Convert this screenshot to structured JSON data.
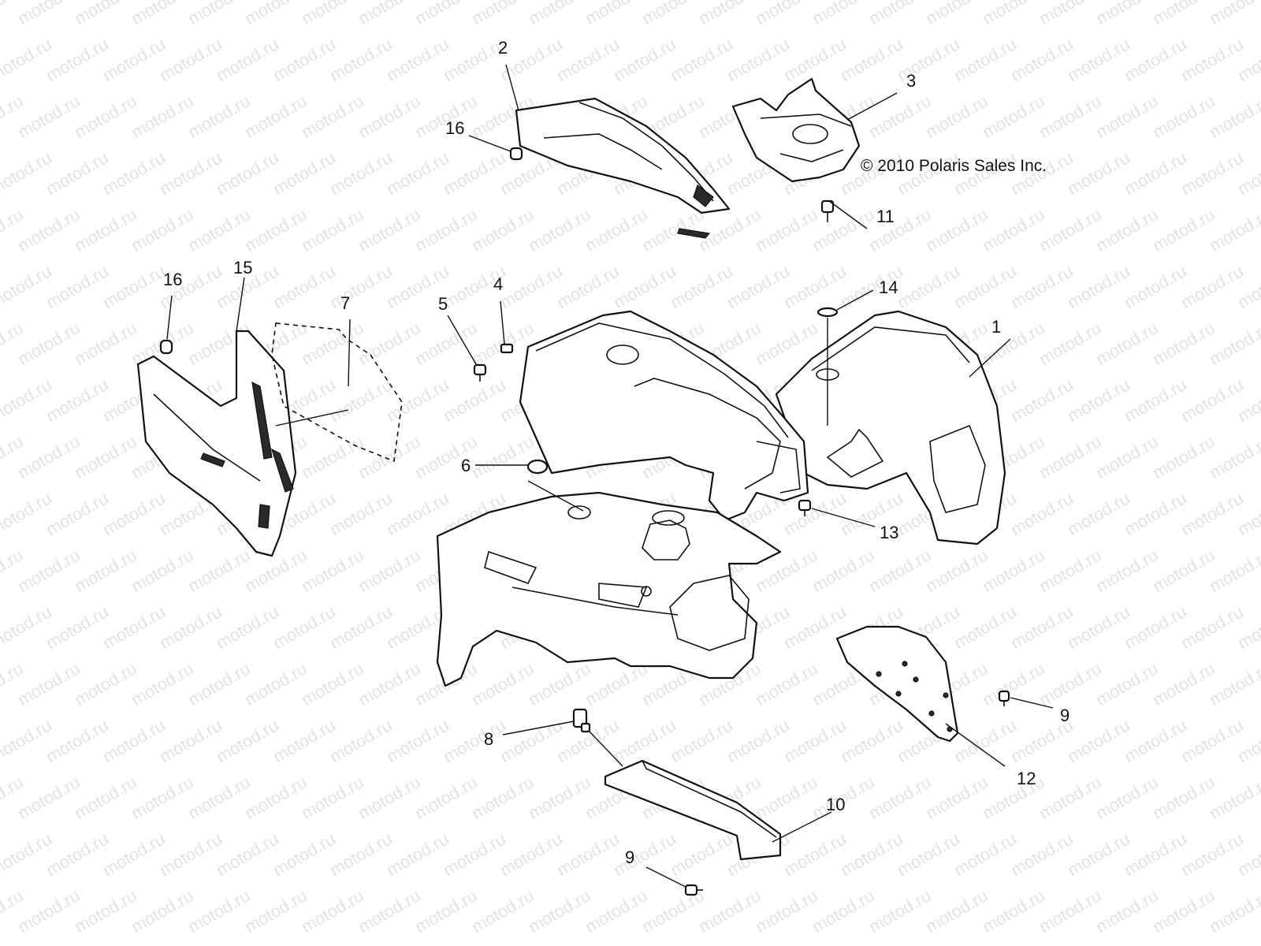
{
  "copyright": "© 2010 Polaris Sales Inc.",
  "watermark": "motod.ru",
  "callouts": {
    "c1": "1",
    "c2": "2",
    "c3": "3",
    "c4": "4",
    "c5": "5",
    "c6": "6",
    "c7": "7",
    "c8": "8",
    "c9a": "9",
    "c9b": "9",
    "c10": "10",
    "c11": "11",
    "c12": "12",
    "c13": "13",
    "c14": "14",
    "c15": "15",
    "c16a": "16",
    "c16b": "16"
  }
}
